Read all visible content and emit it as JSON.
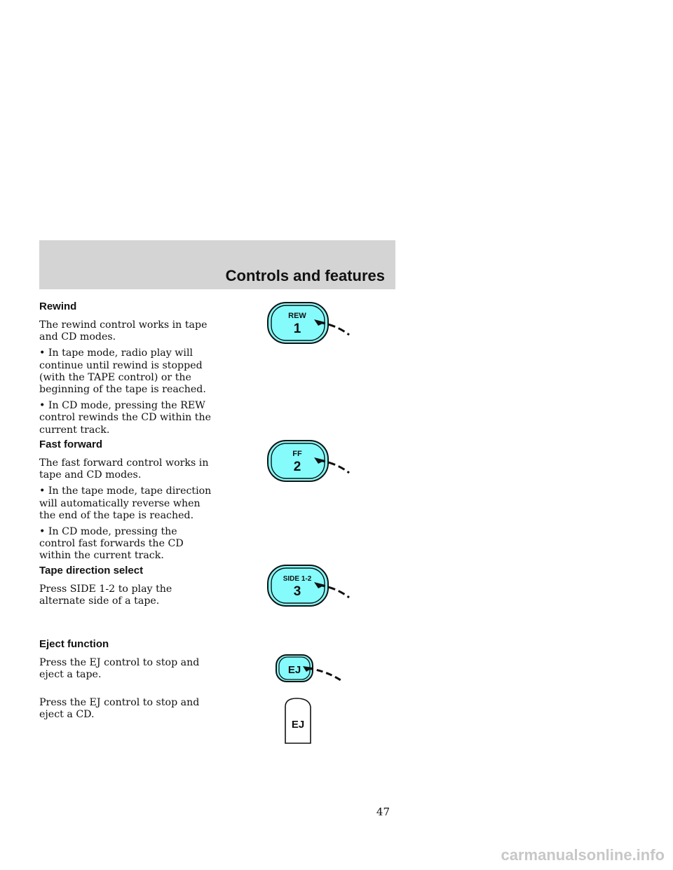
{
  "header": {
    "title": "Controls and features"
  },
  "sections": {
    "rewind": {
      "heading": "Rewind",
      "intro": "The rewind control works in tape and CD modes.",
      "bullet1": "• In tape mode, radio play will continue until rewind is stopped (with the TAPE control) or the beginning of the tape is reached.",
      "bullet2": "• In CD mode, pressing the REW control rewinds the CD within the current track."
    },
    "fast_forward": {
      "heading": "Fast forward",
      "intro": "The fast forward control works in tape and CD modes.",
      "bullet1": "• In the tape mode, tape direction will automatically reverse when the end of the tape is reached.",
      "bullet2": "• In CD mode, pressing the control fast forwards the CD within the current track."
    },
    "tape_direction": {
      "heading": "Tape direction select",
      "intro": "Press SIDE 1-2 to play the alternate side of a tape."
    },
    "eject": {
      "heading": "Eject function",
      "tape_text": "Press the EJ control to stop and eject a tape.",
      "cd_text": "Press the EJ control to stop and eject a CD."
    }
  },
  "buttons": {
    "rew": {
      "label": "REW",
      "number": "1"
    },
    "ff": {
      "label": "FF",
      "number": "2"
    },
    "side": {
      "label": "SIDE 1-2",
      "number": "3"
    },
    "ej_tape": {
      "label": "EJ"
    },
    "ej_cd": {
      "label": "EJ"
    }
  },
  "colors": {
    "button_fill": "#86fbfb",
    "header_band": "#d4d4d4"
  },
  "page_number": "47",
  "watermark": "carmanualsonline.info"
}
